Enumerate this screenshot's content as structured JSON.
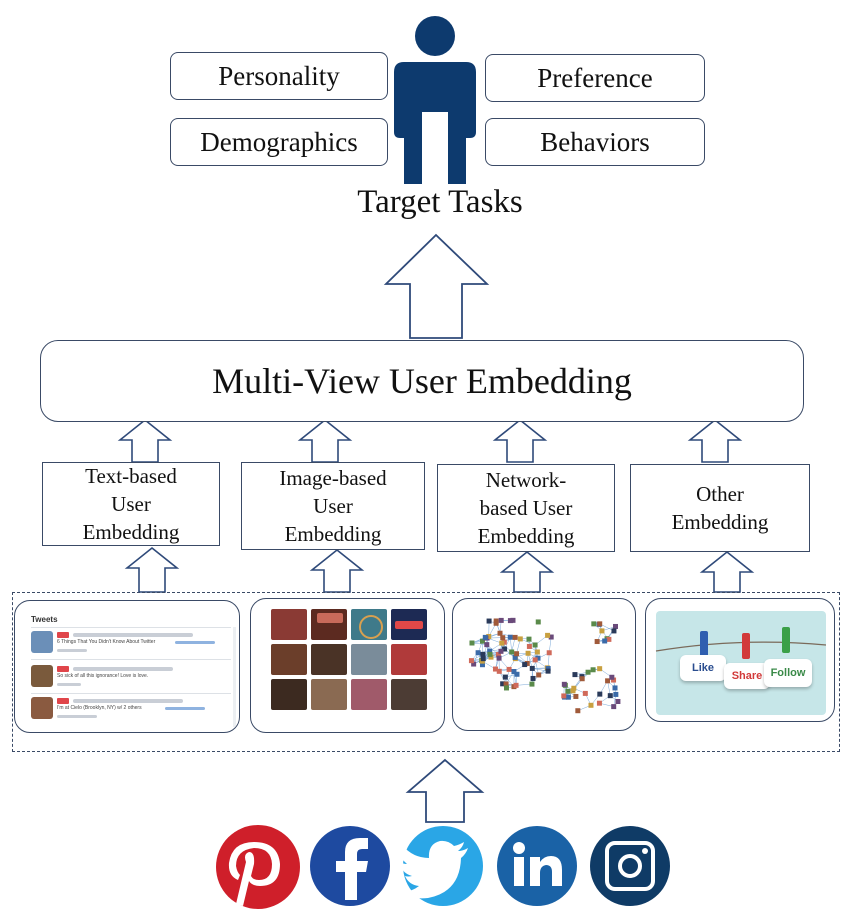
{
  "attributes": {
    "personality": "Personality",
    "preference": "Preference",
    "demographics": "Demographics",
    "behaviors": "Behaviors"
  },
  "target_tasks": "Target Tasks",
  "multi_view": "Multi-View User Embedding",
  "embeddings": {
    "text": "Text-based\nUser\nEmbedding",
    "image": "Image-based\nUser\nEmbedding",
    "network": "Network-\nbased  User\nEmbedding",
    "other": "Other\nEmbedding"
  },
  "panels": {
    "tweets": {
      "header": "Tweets",
      "tweets": [
        {
          "line1": "6 Things That You Didn't Know About Twitter"
        },
        {
          "line1": "So sick of all this ignorance! Love is love."
        },
        {
          "line1": "I'm at Cielo (Brooklyn, NY) w/ 2 others"
        }
      ]
    },
    "other": {
      "cards": [
        "Like",
        "Share",
        "Follow"
      ]
    }
  },
  "colors": {
    "person": "#0d3a6e",
    "arrow": "#2f4a7a",
    "pinterest": "#cf1f2a",
    "facebook": "#1e4aa0",
    "twitter": "#2aa6e6",
    "linkedin": "#1a62a6",
    "instagram": "#0f3b66"
  },
  "social_icons": [
    "pinterest-icon",
    "facebook-icon",
    "twitter-icon",
    "linkedin-icon",
    "instagram-icon"
  ]
}
